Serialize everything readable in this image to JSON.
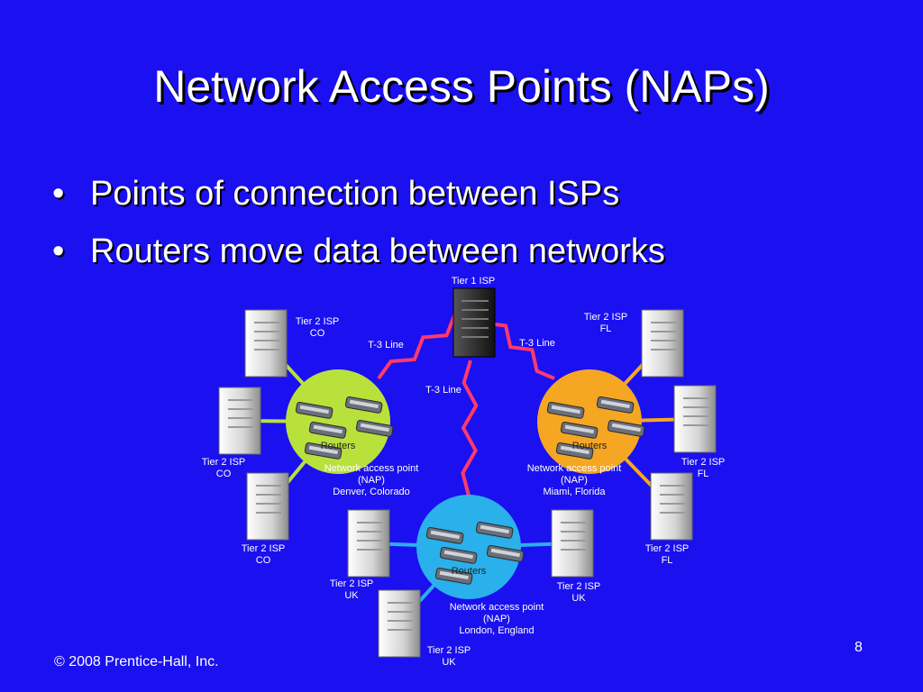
{
  "slide": {
    "title": "Network Access Points (NAPs)",
    "bullets": [
      "Points of connection between ISPs",
      "Routers move data between networks"
    ],
    "copyright": "© 2008 Prentice-Hall, Inc.",
    "page_number": "8"
  },
  "diagram": {
    "tier1_label": "Tier 1 ISP",
    "t3_lines": [
      "T-3 Line",
      "T-3 Line",
      "T-3 Line"
    ],
    "naps": [
      {
        "routers_label": "Routers",
        "caption": [
          "Network access point",
          "(NAP)",
          "Denver, Colorado"
        ],
        "color": "#b9e13c"
      },
      {
        "routers_label": "Routers",
        "caption": [
          "Network access point",
          "(NAP)",
          "Miami, Florida"
        ],
        "color": "#f5a623"
      },
      {
        "routers_label": "Routers",
        "caption": [
          "Network access point",
          "(NAP)",
          "London, England"
        ],
        "color": "#2ab0ea"
      }
    ],
    "tier2_isps": [
      {
        "label": [
          "Tier 2 ISP",
          "CO"
        ]
      },
      {
        "label": [
          "Tier 2 ISP",
          "CO"
        ]
      },
      {
        "label": [
          "Tier 2 ISP",
          "CO"
        ]
      },
      {
        "label": [
          "Tier 2 ISP",
          "FL"
        ]
      },
      {
        "label": [
          "Tier 2 ISP",
          "FL"
        ]
      },
      {
        "label": [
          "Tier 2 ISP",
          "FL"
        ]
      },
      {
        "label": [
          "Tier 2 ISP",
          "UK"
        ]
      },
      {
        "label": [
          "Tier 2 ISP",
          "UK"
        ]
      },
      {
        "label": [
          "Tier 2 ISP",
          "UK"
        ]
      }
    ]
  }
}
